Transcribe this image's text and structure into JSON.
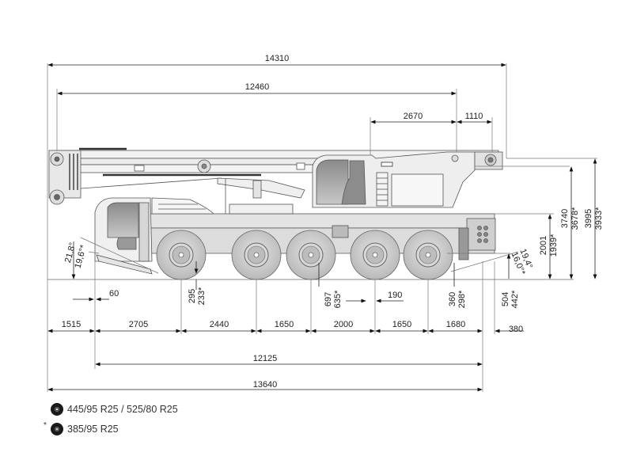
{
  "title": "Mobile crane dimension drawing",
  "dimensions": {
    "top": {
      "overall_length": "14310",
      "boom_length": "12460",
      "superstructure_rear": "2670",
      "rear_overhang": "1110"
    },
    "heights": {
      "total_height": "3995",
      "total_height_alt": "3933*",
      "cab_height": "3740",
      "cab_height_alt": "3678*",
      "chassis_height": "2001",
      "chassis_height_alt": "1939*"
    },
    "angles": {
      "front_approach": "21,8°",
      "front_approach_alt": "19,6°*",
      "rear_departure": "19,4°",
      "rear_departure_alt": "16,0°*"
    },
    "clearances": {
      "front_offset": "60",
      "ground_clearance_1": "295",
      "ground_clearance_1_alt": "233*",
      "ground_clearance_3": "697",
      "ground_clearance_3_alt": "635*",
      "axle_offset": "190",
      "ground_clearance_5": "360",
      "ground_clearance_5_alt": "298*",
      "rear_clearance": "504",
      "rear_clearance_alt": "442*"
    },
    "axle_spacing": [
      "1515",
      "2705",
      "2440",
      "1650",
      "2000",
      "1650",
      "1680",
      "380"
    ],
    "wheelbase_total": "12125",
    "vehicle_length": "13640"
  },
  "legend": [
    {
      "icon": "tire-icon",
      "label": "445/95 R25 / 525/80 R25",
      "marker": ""
    },
    {
      "icon": "tire-icon",
      "label": "385/95 R25",
      "marker": "*"
    }
  ],
  "colors": {
    "line": "#444444",
    "body_fill": "#e6e6e6",
    "tire_fill": "#cfcfcf",
    "dark_fill": "#777777"
  }
}
